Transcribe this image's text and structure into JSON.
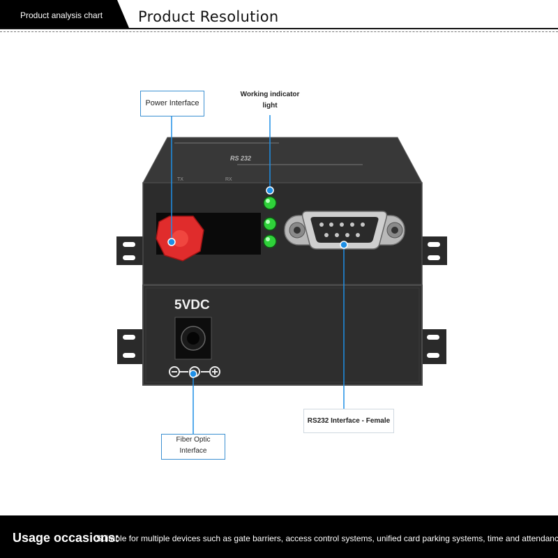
{
  "header": {
    "tab_label": "Product analysis chart",
    "title": "Product Resolution"
  },
  "callouts": {
    "power_interface": "Power Interface",
    "working_indicator_line1": "Working indicator",
    "working_indicator_line2": "light",
    "rs232_interface": "RS232 Interface - Female",
    "fiber_optic_line1": "Fiber Optic",
    "fiber_optic_line2": "Interface"
  },
  "device": {
    "top_label": "RS 232",
    "power_label": "5VDC",
    "port_labels": [
      "TX",
      "RX"
    ]
  },
  "footer": {
    "usage_title": "Usage occasions:",
    "usage_text": "Suitable for multiple devices such as gate barriers, access control systems, unified card parking systems, time and attendance machines"
  },
  "colors": {
    "accent": "#1e8fe6",
    "led": "#2fd23a",
    "plug": "#e02c2c",
    "device_body": "#2f2f2f"
  }
}
